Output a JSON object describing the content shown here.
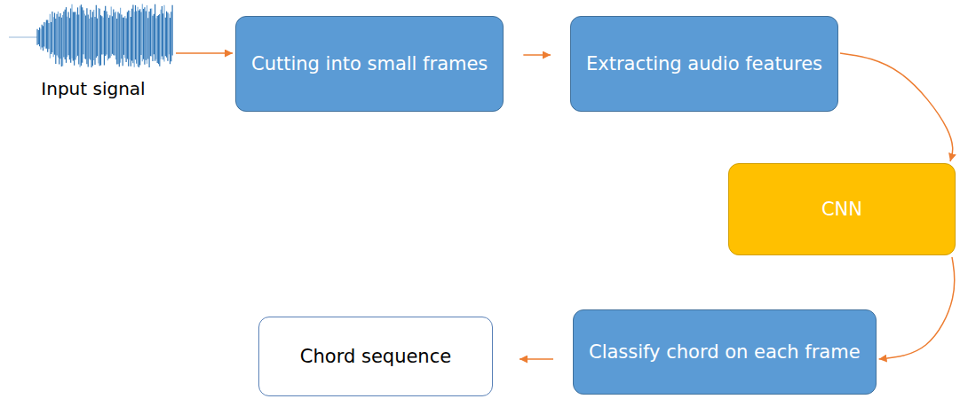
{
  "diagram": {
    "nodes": [
      {
        "text": [
          "Input signal"
        ]
      },
      {
        "text": [
          "Cutting into small frames"
        ]
      },
      {
        "text": [
          "Extracting audio features"
        ]
      },
      {
        "text": [
          "CNN"
        ]
      },
      {
        "text": [
          "Classify chord on each frame"
        ]
      },
      {
        "text": [
          "Chord sequence"
        ]
      }
    ],
    "edges": [
      {
        "from": 0,
        "to": 1,
        "arrow": "to"
      },
      {
        "from": 1,
        "to": 2,
        "arrow": "to"
      },
      {
        "from": 2,
        "to": 3,
        "arrow": "to"
      },
      {
        "from": 3,
        "to": 4,
        "arrow": "to"
      },
      {
        "from": 4,
        "to": 5,
        "arrow": "to"
      }
    ]
  }
}
